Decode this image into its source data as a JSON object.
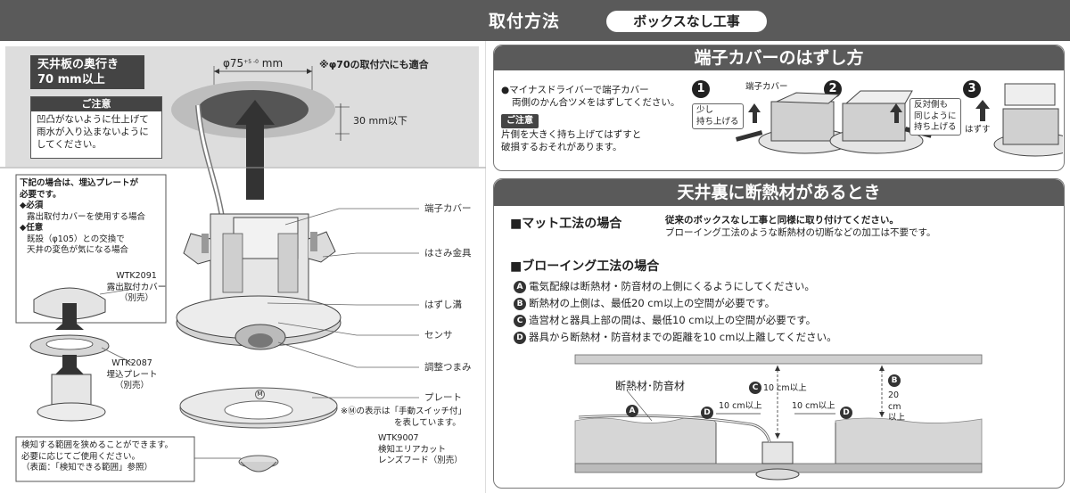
{
  "header": {
    "title": "取付方法",
    "pill": "ボックスなし工事"
  },
  "left": {
    "depth_label_1": "天井板の奥行き",
    "depth_label_2": "70 mm以上",
    "caution_title": "ご注意",
    "caution_lines": [
      "凹凸がないように仕上げて",
      "雨水が入り込まないように",
      "してください。"
    ],
    "diameter": "φ75",
    "diameter_tol": "+5 -0",
    "diameter_unit": "mm",
    "hole_note": "※φ70の取付穴にも適合",
    "space_note": "30 mm以下",
    "plate_box": {
      "lines": [
        "下記の場合は、埋込プレートが",
        "必要です。"
      ],
      "req_head": "◆必須",
      "req_text": "露出取付カバーを使用する場合",
      "opt_head": "◆任意",
      "opt_lines": [
        "既設（φ105）との交換で",
        "天井の変色が気になる場合"
      ]
    },
    "acc1_code": "WTK2091",
    "acc1_name": "露出取付カバー",
    "acc1_sub": "（別売）",
    "acc2_code": "WTK2087",
    "acc2_name": "埋込プレート",
    "acc2_sub": "（別売）",
    "labels": {
      "terminal_cover": "端子カバー",
      "clip": "はさみ金具",
      "slot": "はずし溝",
      "sensor": "センサ",
      "knob": "調整つまみ",
      "plate": "プレート"
    },
    "plate_note_1": "※Ⓜの表示は「手動スイッチ付」",
    "plate_note_2": "を表しています。",
    "plate_mark": "M",
    "range_box": [
      "検知する範囲を狭めることができます。",
      "必要に応じてご使用ください。",
      "（表面：「検知できる範囲」参照）"
    ],
    "hood_code": "WTK9007",
    "hood_name": "検知エリアカット",
    "hood_name2": "レンズフード（別売）"
  },
  "right_top": {
    "title": "端子カバーのはずし方",
    "instr_1": "●マイナスドライバーで端子カバー",
    "instr_2": "両側のかん合ツメをはずしてください。",
    "caution_title": "ご注意",
    "caution_1": "片側を大きく持ち上げてはずすと",
    "caution_2": "破損するおそれがあります。",
    "steps": [
      "1",
      "2",
      "3"
    ],
    "step1_label": "端子カバー",
    "step1_note": [
      "少し",
      "持ち上げる"
    ],
    "step2_note": [
      "反対側も",
      "同じように",
      "持ち上げる"
    ],
    "step3_note": "はずす"
  },
  "right_bottom": {
    "title": "天井裏に断熱材があるとき",
    "mat_head": "■マット工法の場合",
    "mat_1": "従来のボックスなし工事と同様に取り付けてください。",
    "mat_2": "ブローイング工法のような断熱材の切断などの加工は不要です。",
    "blow_head": "■ブローイング工法の場合",
    "items": [
      {
        "mark": "A",
        "text": "電気配線は断熱材・防音材の上側にくるようにしてください。"
      },
      {
        "mark": "B",
        "text": "断熱材の上側は、最低20 cm以上の空間が必要です。"
      },
      {
        "mark": "C",
        "text": "造営材と器具上部の間は、最低10 cm以上の空間が必要です。"
      },
      {
        "mark": "D",
        "text": "器具から断熱材・防音材までの距離を10 cm以上離してください。"
      }
    ],
    "diagram": {
      "insulation": "断熱材･防音材",
      "c_label": "10 cm以上",
      "b_label_1": "20",
      "b_label_2": "cm",
      "b_label_3": "以上",
      "d_label_left": "10 cm以上",
      "d_label_right": "10 cm以上",
      "mark_a": "A",
      "mark_b": "B",
      "mark_c": "C",
      "mark_d": "D"
    }
  }
}
